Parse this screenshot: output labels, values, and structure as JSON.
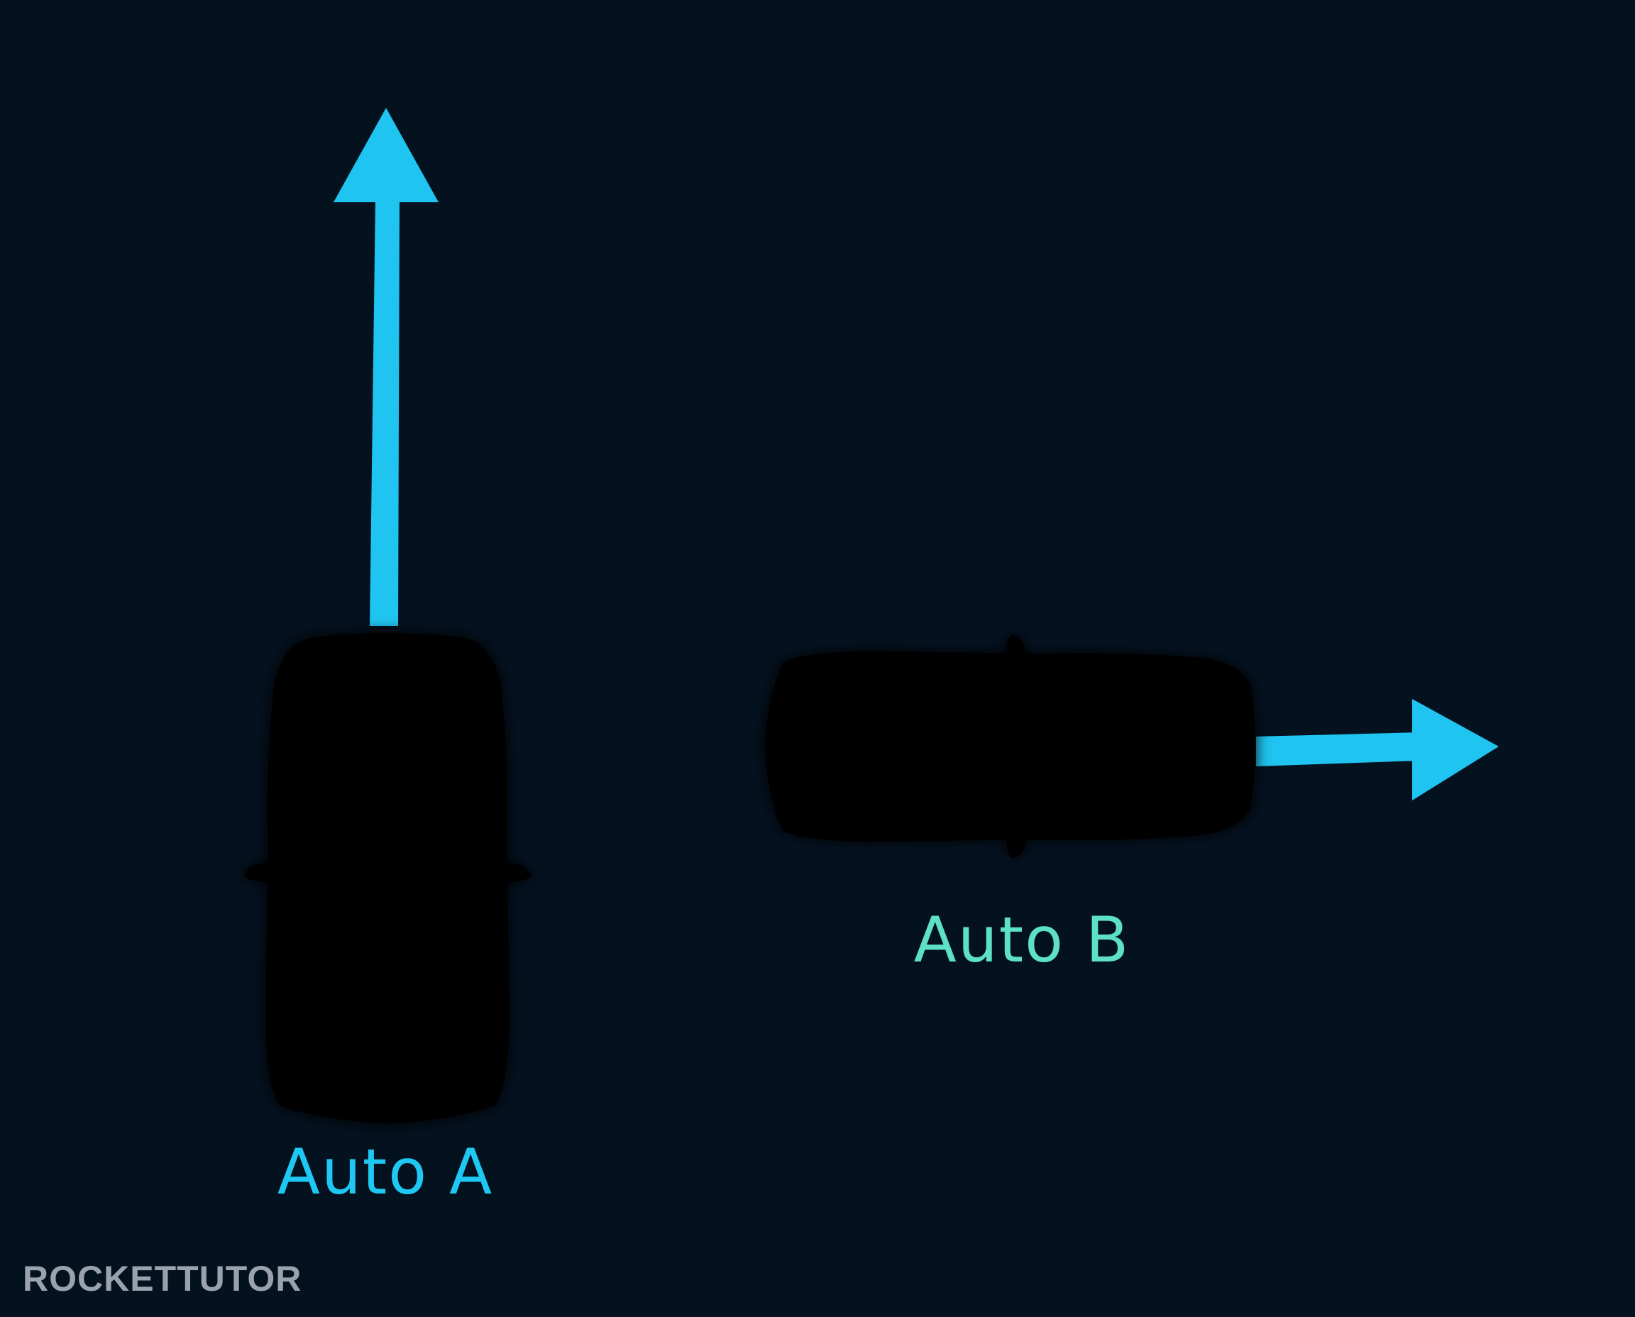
{
  "colors": {
    "background": "#04111f",
    "car_a": "#1ec8f2",
    "car_b": "#5ee0c8",
    "arrow": "#1fc4f0",
    "watermark": "#9aa3ad",
    "watermark_accent": "#1fc4f0"
  },
  "labels": {
    "car_a": "Auto A",
    "car_b": "Auto B"
  },
  "watermark": {
    "text": "ROCKETTUTOR"
  },
  "icons": {
    "car_a": "car-top-view-icon",
    "car_b": "car-top-view-icon",
    "arrow_a": "arrow-up-icon",
    "arrow_b": "arrow-right-icon",
    "logo": "rockettutor-logo"
  }
}
